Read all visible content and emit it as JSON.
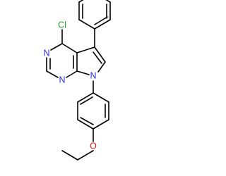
{
  "molecule": {
    "atoms": {
      "cl": "Cl",
      "n3": "N",
      "n1": "N",
      "n7": "N",
      "o": "O"
    },
    "colors": {
      "bond": "#000000",
      "cl": "#2e9d2e",
      "n": "#2b2bd8",
      "o": "#e01818"
    }
  }
}
